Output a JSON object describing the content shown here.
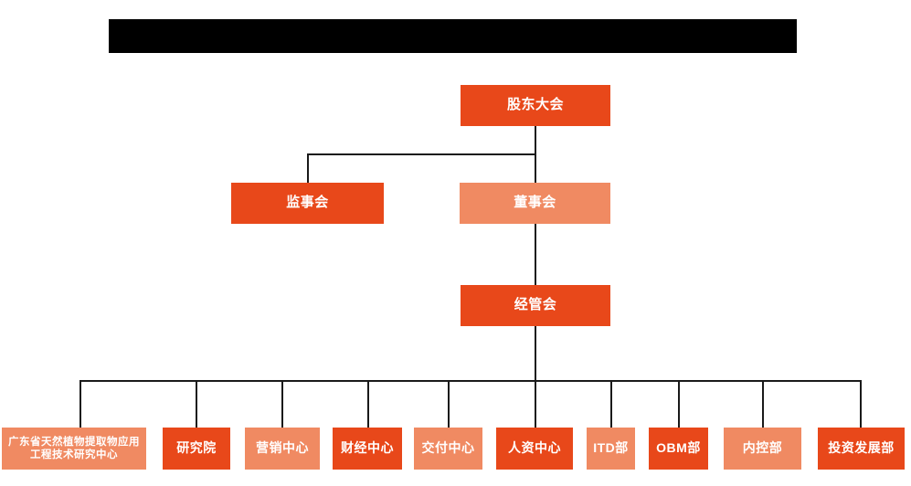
{
  "chart_title_redacted": "",
  "colors": {
    "dark_orange": "#E8481A",
    "light_orange": "#F08A62",
    "connector": "#1a1a1a",
    "redaction": "#000000",
    "background": "#ffffff",
    "text": "#ffffff"
  },
  "org_chart": {
    "levels": [
      {
        "name": "level-1",
        "nodes": [
          {
            "id": "shareholders",
            "label": "股东大会",
            "tone": "dark"
          }
        ]
      },
      {
        "name": "level-2",
        "nodes": [
          {
            "id": "supervisors",
            "label": "监事会",
            "tone": "dark"
          },
          {
            "id": "directors",
            "label": "董事会",
            "tone": "light"
          }
        ]
      },
      {
        "name": "level-3",
        "nodes": [
          {
            "id": "management",
            "label": "经管会",
            "tone": "dark"
          }
        ]
      }
    ],
    "departments": [
      {
        "id": "dept-0",
        "label": "广东省天然植物提取物应用工程技术研究中心",
        "tone": "light"
      },
      {
        "id": "dept-1",
        "label": "研究院",
        "tone": "dark"
      },
      {
        "id": "dept-2",
        "label": "营销中心",
        "tone": "light"
      },
      {
        "id": "dept-3",
        "label": "财经中心",
        "tone": "dark"
      },
      {
        "id": "dept-4",
        "label": "交付中心",
        "tone": "light"
      },
      {
        "id": "dept-5",
        "label": "人资中心",
        "tone": "dark"
      },
      {
        "id": "dept-6",
        "label": "ITD部",
        "tone": "light"
      },
      {
        "id": "dept-7",
        "label": "OBM部",
        "tone": "dark"
      },
      {
        "id": "dept-8",
        "label": "内控部",
        "tone": "light"
      },
      {
        "id": "dept-9",
        "label": "投资发展部",
        "tone": "dark"
      }
    ]
  }
}
